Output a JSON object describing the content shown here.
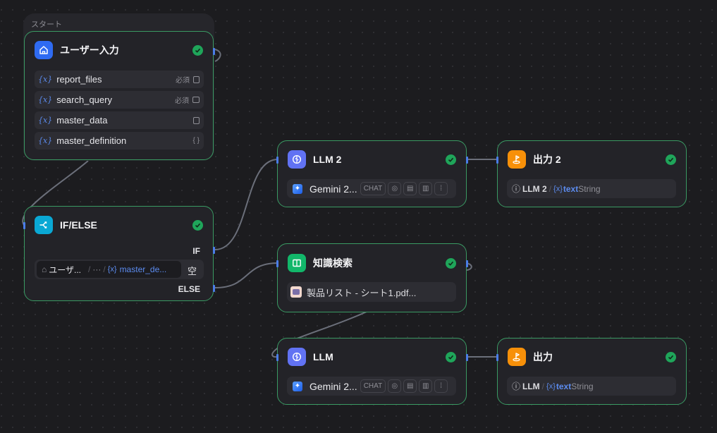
{
  "canvas": {
    "group": {
      "label": "スタート"
    },
    "nodes": {
      "user_input": {
        "title": "ユーザー入力",
        "icon": "home-icon",
        "accent": "#2f6bf2",
        "status": "success",
        "variables": [
          {
            "name": "report_files",
            "required_label": "必須",
            "type_icon": "file-list-icon"
          },
          {
            "name": "search_query",
            "required_label": "必須",
            "type_icon": "text-input-icon"
          },
          {
            "name": "master_data",
            "required_label": "",
            "type_icon": "paragraph-icon"
          },
          {
            "name": "master_definition",
            "required_label": "",
            "type_icon": "json-braces-icon",
            "type_text": "{ }"
          }
        ]
      },
      "if_else": {
        "title": "IF/ELSE",
        "icon": "branch-icon",
        "accent": "#0aa8d4",
        "status": "success",
        "if_label": "IF",
        "else_label": "ELSE",
        "condition": {
          "source_node": "ユーザ...",
          "ellipsis": "···",
          "variable": "master_de...",
          "operator": "空"
        }
      },
      "llm2": {
        "title": "LLM 2",
        "icon": "llm-icon",
        "accent": "#6172f3",
        "status": "success",
        "model": "Gemini 2...",
        "mode": "CHAT",
        "capabilities": [
          "vision-icon",
          "document-icon",
          "video-icon",
          "audio-icon"
        ]
      },
      "output2": {
        "title": "出力 2",
        "icon": "flag-icon",
        "accent": "#f79009",
        "status": "success",
        "ref_node": "LLM 2",
        "ref_var": "text",
        "ref_type": "String"
      },
      "knowledge": {
        "title": "知識検索",
        "icon": "book-icon",
        "accent": "#12b76a",
        "status": "success",
        "dataset": "製品リスト - シート1.pdf..."
      },
      "llm": {
        "title": "LLM",
        "icon": "llm-icon",
        "accent": "#6172f3",
        "status": "success",
        "model": "Gemini 2...",
        "mode": "CHAT",
        "capabilities": [
          "vision-icon",
          "document-icon",
          "video-icon",
          "audio-icon"
        ]
      },
      "output": {
        "title": "出力",
        "icon": "flag-icon",
        "accent": "#f79009",
        "status": "success",
        "ref_node": "LLM",
        "ref_var": "text",
        "ref_type": "String"
      }
    },
    "var_prefix": "{x}",
    "path_sep": "/"
  }
}
